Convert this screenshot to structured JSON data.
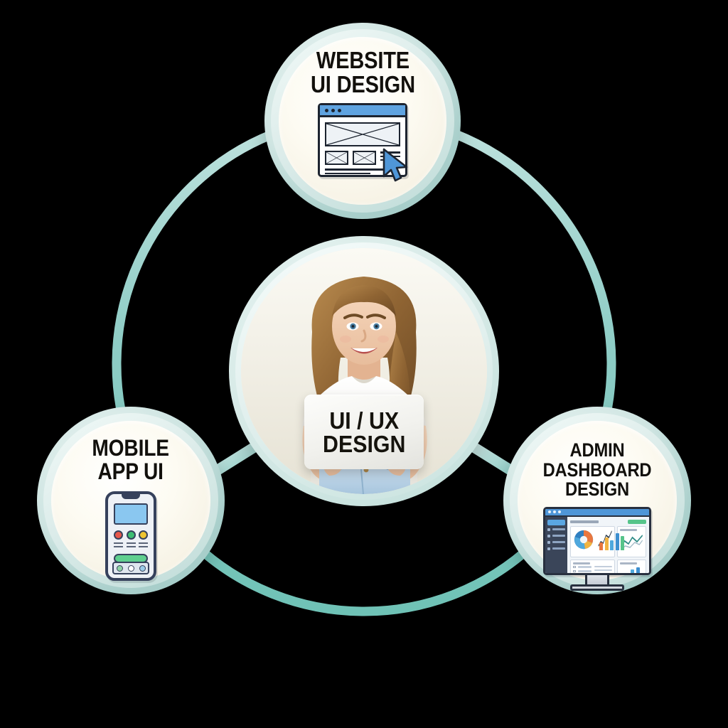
{
  "graphic": {
    "title": "UI / UX Design services hub diagram",
    "background_color": "#000000",
    "ring_color": "#7fc8c0",
    "node_face_color": "#fbf7ea",
    "node_rim_color": "#a9cfcb"
  },
  "center": {
    "name": "center-hub",
    "laptop_text": "UI / UX\nDESIGN",
    "subject": "smiling woman holding a laptop"
  },
  "nodes": [
    {
      "id": "website-ui-design",
      "label": "WEBSITE\nUI DESIGN",
      "icon": "browser-wireframe-icon",
      "position": "top"
    },
    {
      "id": "mobile-app-ui",
      "label": "MOBILE\nAPP UI",
      "icon": "smartphone-icon",
      "position": "bottom-left"
    },
    {
      "id": "admin-dashboard-design",
      "label": "ADMIN DASHBOARD\nDESIGN",
      "icon": "desktop-dashboard-icon",
      "position": "bottom-right"
    }
  ],
  "icons": {
    "browser": {
      "titlebar_color": "#5fa3e0",
      "dot_count": 3,
      "cursor": "mouse-pointer-icon"
    },
    "phone": {
      "screen_color": "#8ac7f0",
      "status_dots": [
        "#e8574a",
        "#3dbd72",
        "#efc531"
      ],
      "cta_color": "#5fcf8f",
      "nav_dots": [
        "#8fd3a5",
        "#ffffff",
        "#9ccbe8"
      ]
    },
    "dashboard": {
      "sidebar_color": "#3a4559",
      "topbar_color": "#4f96d8",
      "badge_color": "#56c48a",
      "pie_colors": [
        "#2f7fc0",
        "#4fa8dd",
        "#e8773f",
        "#f2b441"
      ],
      "bar_values": [
        38,
        62,
        48,
        84,
        70
      ],
      "bar_colors": [
        "#e8773f",
        "#f2b441",
        "#4fa8dd",
        "#3d8fd0",
        "#56c48a"
      ],
      "mini_bar_values": [
        55,
        42,
        78,
        90
      ],
      "mini_bar_colors": [
        "#e84f4f",
        "#f2b441",
        "#4fa8dd",
        "#3d8fd0"
      ],
      "line_color": "#2e8b86"
    }
  },
  "connectors": [
    {
      "from": "center-hub",
      "to": "website-ui-design"
    },
    {
      "from": "center-hub",
      "to": "mobile-app-ui"
    },
    {
      "from": "center-hub",
      "to": "admin-dashboard-design"
    }
  ]
}
